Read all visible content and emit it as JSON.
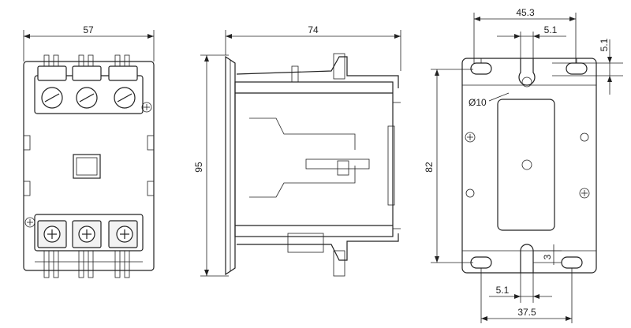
{
  "front_view": {
    "width_label": "57"
  },
  "side_view": {
    "depth_label": "74",
    "height_label": "95"
  },
  "back_view": {
    "hole_spacing_top_label": "45.3",
    "slot_width_top_label": "5.1",
    "slot_depth_top_label": "5.1",
    "hole_diameter_label": "Ø10",
    "height_label": "82",
    "slot_depth_bottom_label": "3",
    "slot_width_bottom_label": "5.1",
    "hole_spacing_bottom_label": "37.5"
  }
}
